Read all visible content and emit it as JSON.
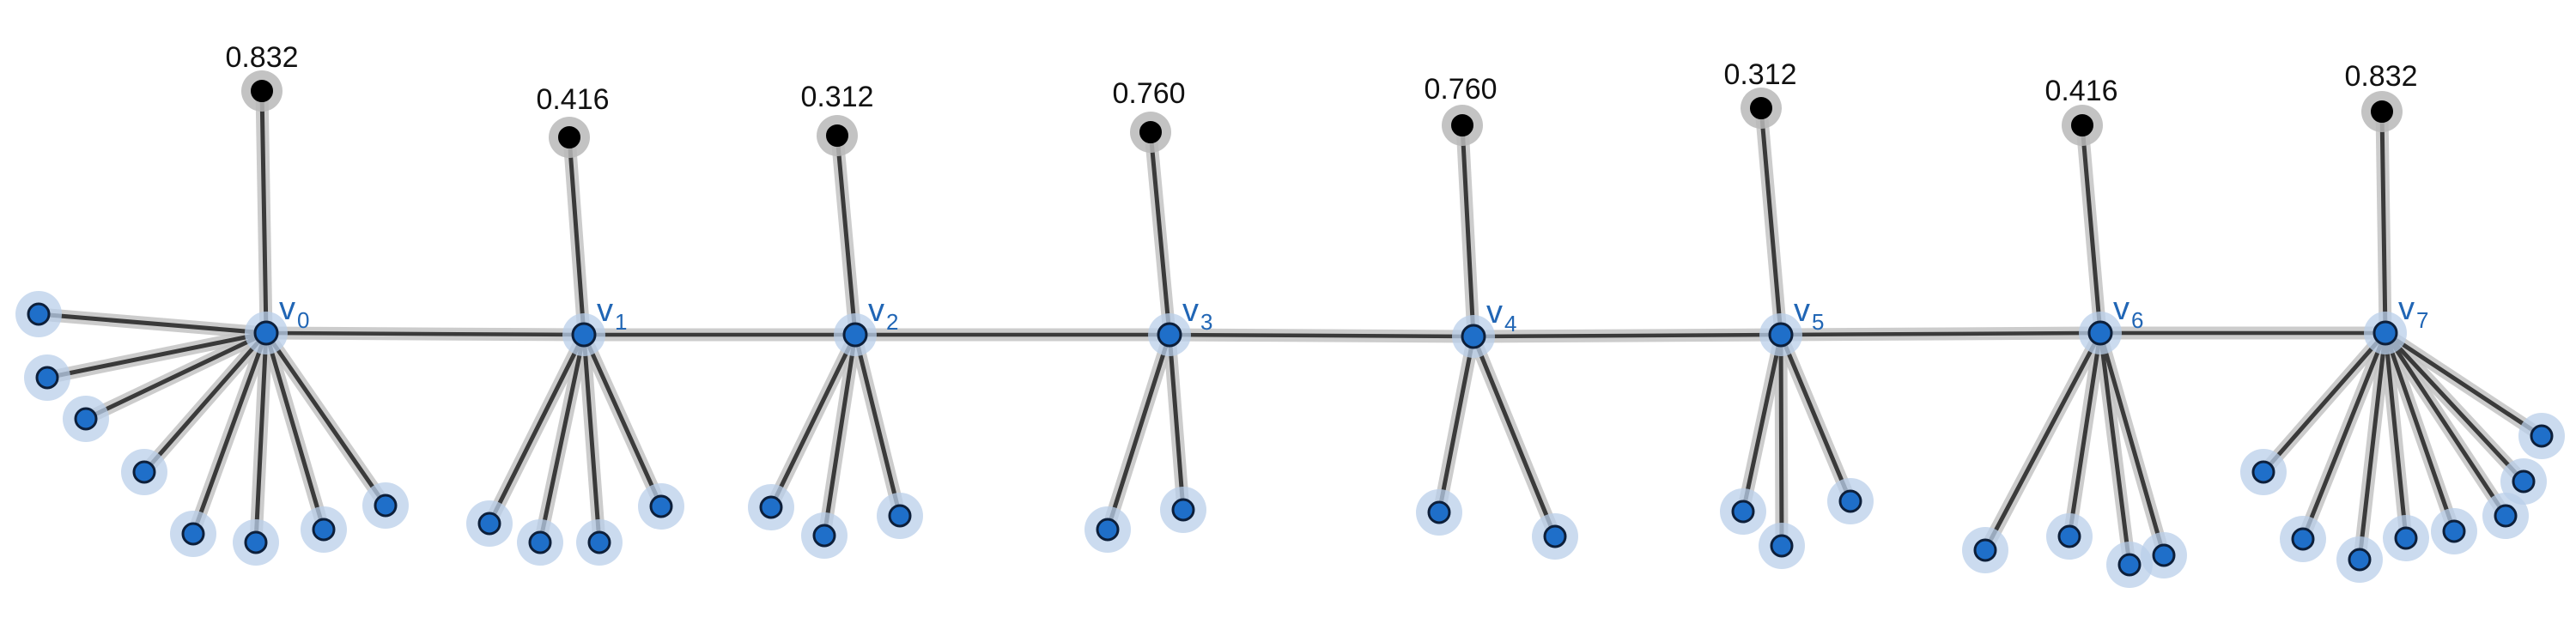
{
  "diagram": {
    "type": "caterpillar-tree",
    "colors": {
      "spine_node": "#1f6fc9",
      "leaf_node": "#1f6fc9",
      "leaf_halo": "#b9cfea",
      "top_node": "#000000",
      "top_halo": "#b8b8b8",
      "edge": "#3a3a3a",
      "label": "#2166b5"
    },
    "spine": [
      {
        "label": "v",
        "sub": "0",
        "value": "0.832",
        "leaves": 8
      },
      {
        "label": "v",
        "sub": "1",
        "value": "0.416",
        "leaves": 4
      },
      {
        "label": "v",
        "sub": "2",
        "value": "0.312",
        "leaves": 3
      },
      {
        "label": "v",
        "sub": "3",
        "value": "0.760",
        "leaves": 2
      },
      {
        "label": "v",
        "sub": "4",
        "value": "0.760",
        "leaves": 2
      },
      {
        "label": "v",
        "sub": "5",
        "value": "0.312",
        "leaves": 3
      },
      {
        "label": "v",
        "sub": "6",
        "value": "0.416",
        "leaves": 4
      },
      {
        "label": "v",
        "sub": "7",
        "value": "0.832",
        "leaves": 8
      }
    ]
  }
}
